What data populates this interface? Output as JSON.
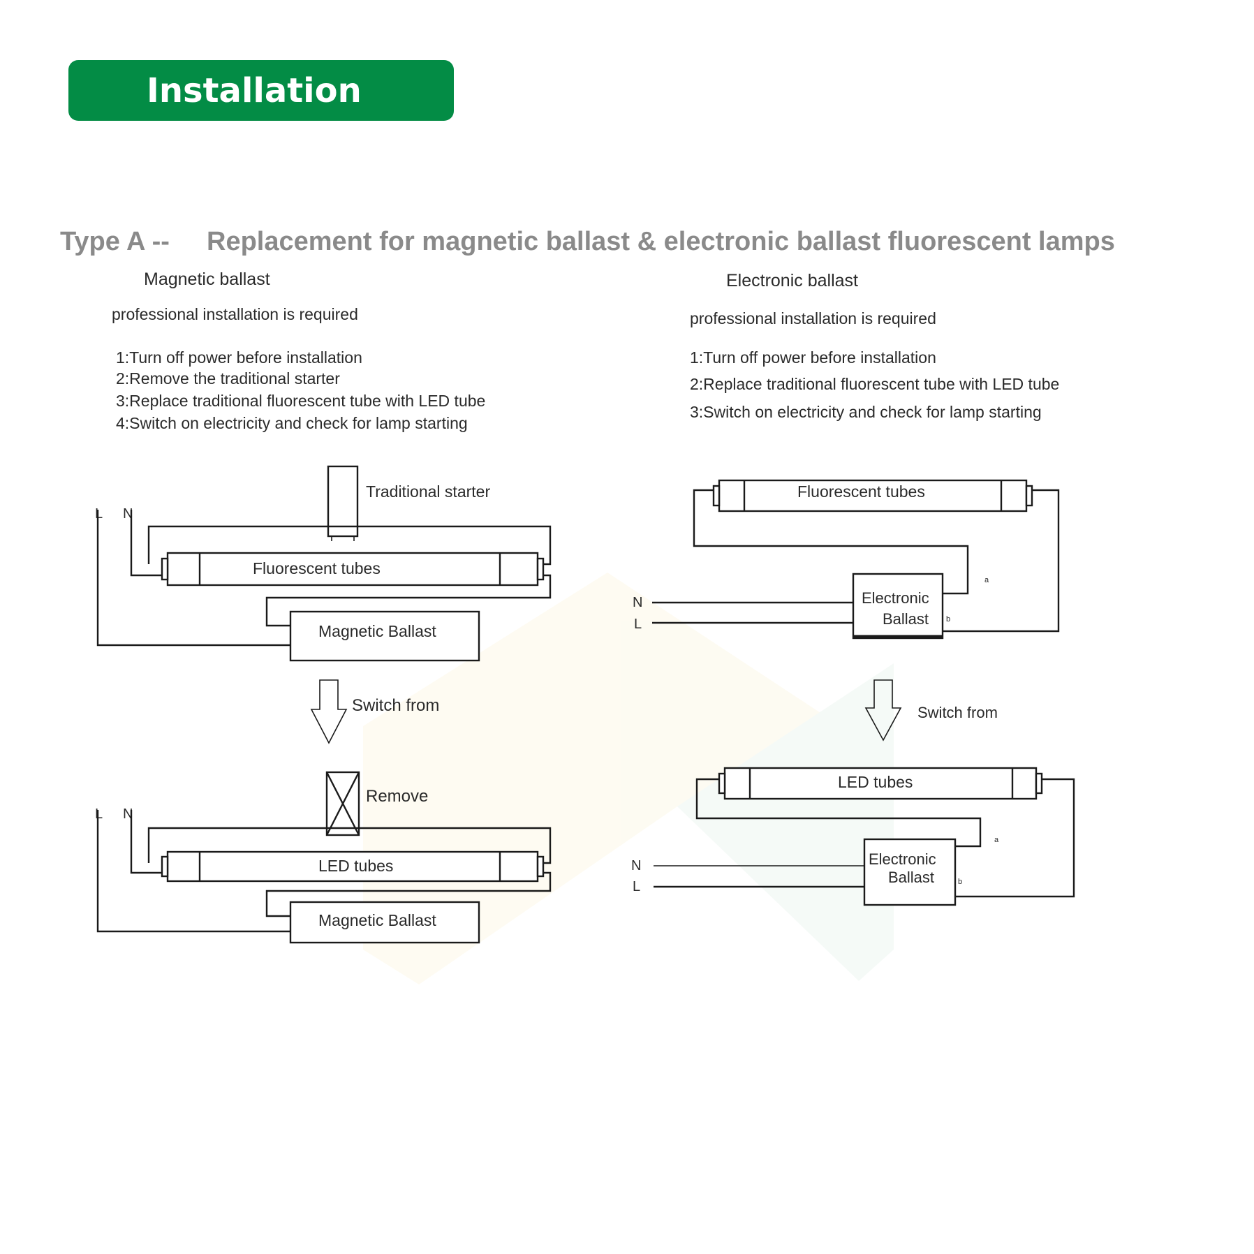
{
  "badge": {
    "label": "Installation",
    "color": "#038c45"
  },
  "heading": {
    "prefix": "Type A --",
    "title": "Replacement for magnetic ballast & electronic ballast fluorescent lamps"
  },
  "magnetic": {
    "title": "Magnetic ballast",
    "note": "professional installation is required",
    "steps": [
      "1:Turn off power before installation",
      "2:Remove the traditional starter",
      "3:Replace traditional fluorescent tube with LED tube",
      "4:Switch on electricity and check for lamp starting"
    ],
    "top": {
      "starter_label": "Traditional starter",
      "tube_label": "Fluorescent tubes",
      "ballast_label": "Magnetic Ballast",
      "line_l": "L",
      "line_n": "N"
    },
    "arrow_label": "Switch from",
    "bottom": {
      "remove_label": "Remove",
      "tube_label": "LED tubes",
      "ballast_label": "Magnetic Ballast",
      "line_l": "L",
      "line_n": "N"
    }
  },
  "electronic": {
    "title": "Electronic ballast",
    "note": "professional installation is required",
    "steps": [
      "1:Turn off power before installation",
      "2:Replace traditional fluorescent tube with LED tube",
      "3:Switch on electricity and check for lamp starting"
    ],
    "top": {
      "tube_label": "Fluorescent tubes",
      "ballast_line1": "Electronic",
      "ballast_line2": "Ballast",
      "line_n": "N",
      "line_l": "L",
      "term_a": "a",
      "term_b": "b"
    },
    "arrow_label": "Switch from",
    "bottom": {
      "tube_label": "LED tubes",
      "ballast_line1": "Electronic",
      "ballast_line2": "Ballast",
      "line_n": "N",
      "line_l": "L",
      "term_a": "a",
      "term_b": "b"
    }
  }
}
